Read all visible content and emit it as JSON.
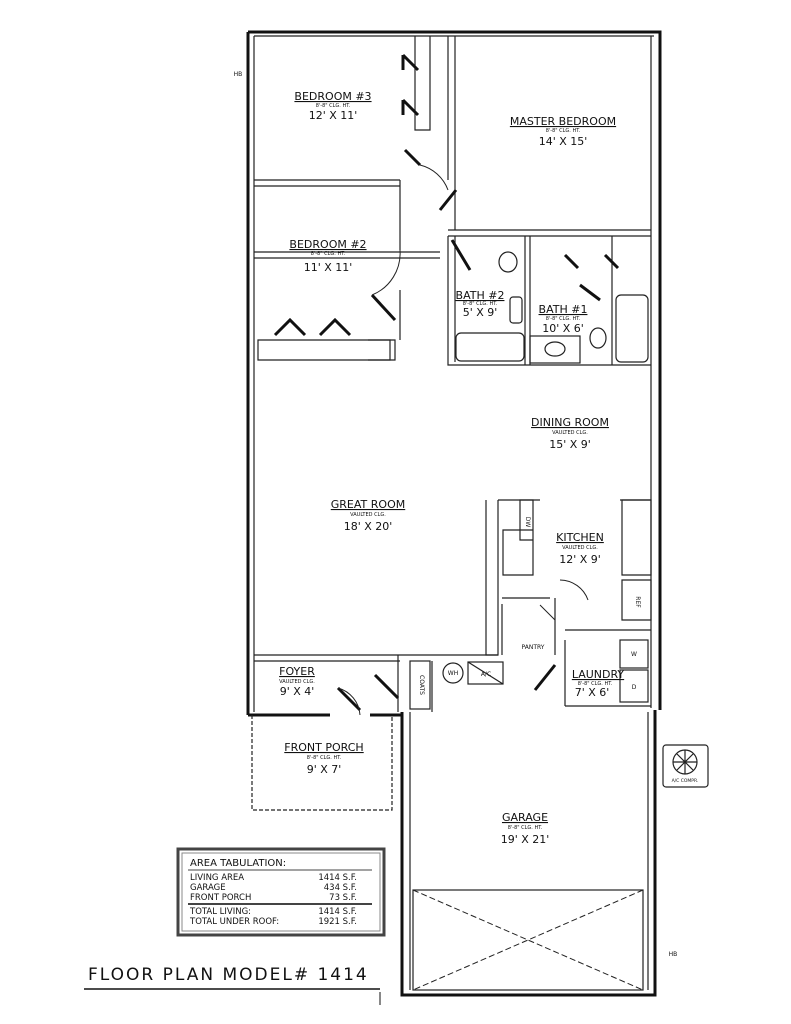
{
  "title": "FLOOR PLAN MODEL# 1414",
  "rooms": {
    "bedroom3": {
      "name": "BEDROOM #3",
      "note": "8'-8\" CLG. HT.",
      "size": "12' X 11'"
    },
    "master": {
      "name": "MASTER BEDROOM",
      "note": "8'-8\" CLG. HT.",
      "size": "14' X 15'"
    },
    "bedroom2": {
      "name": "BEDROOM #2",
      "note": "8'-8\" CLG. HT.",
      "size": "11' X 11'"
    },
    "bath2": {
      "name": "BATH #2",
      "note": "8'-8\" CLG. HT.",
      "size": "5' X 9'"
    },
    "bath1": {
      "name": "BATH #1",
      "note": "8'-8\" CLG. HT.",
      "size": "10' X 6'"
    },
    "dining": {
      "name": "DINING ROOM",
      "note": "VAULTED CLG.",
      "size": "15' X 9'"
    },
    "great": {
      "name": "GREAT ROOM",
      "note": "VAULTED CLG.",
      "size": "18' X 20'"
    },
    "kitchen": {
      "name": "KITCHEN",
      "note": "VAULTED CLG.",
      "size": "12' X 9'"
    },
    "pantry": {
      "name": "PANTRY"
    },
    "foyer": {
      "name": "FOYER",
      "note": "VAULTED CLG.",
      "size": "9' X 4'"
    },
    "laundry": {
      "name": "LAUNDRY",
      "note": "8'-8\" CLG. HT.",
      "size": "7' X 6'"
    },
    "porch": {
      "name": "FRONT PORCH",
      "note": "8'-8\" CLG. HT.",
      "size": "9' X 7'"
    },
    "garage": {
      "name": "GARAGE",
      "note": "8'-8\" CLG. HT.",
      "size": "19' X 21'"
    }
  },
  "fixtures": {
    "dw": "DW",
    "ref": "REF",
    "washer": "W",
    "dryer": "D",
    "wh": "WH",
    "ac": "A/C",
    "coats": "COATS",
    "ac_compr": "A/C COMPR.",
    "hb": "HB"
  },
  "area_tabulation": {
    "heading": "AREA TABULATION:",
    "rows": [
      {
        "label": "LIVING AREA",
        "value": "1414 S.F."
      },
      {
        "label": "GARAGE",
        "value": "434 S.F."
      },
      {
        "label": "FRONT PORCH",
        "value": "73 S.F."
      }
    ],
    "totals": [
      {
        "label": "TOTAL LIVING:",
        "value": "1414 S.F."
      },
      {
        "label": "TOTAL UNDER ROOF:",
        "value": "1921 S.F."
      }
    ]
  }
}
